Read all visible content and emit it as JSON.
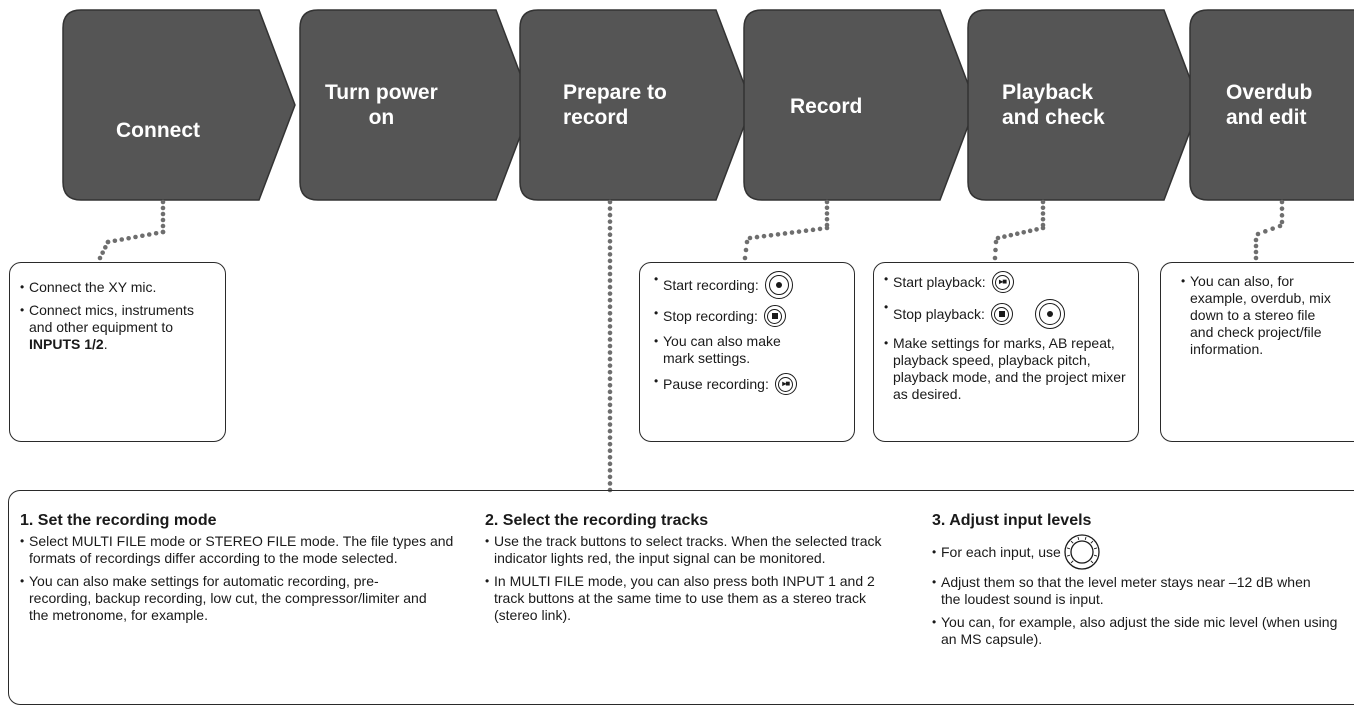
{
  "steps": [
    {
      "label": "Connect"
    },
    {
      "label": "Turn power\non"
    },
    {
      "label": "Prepare to\nrecord"
    },
    {
      "label": "Record"
    },
    {
      "label": "Playback\nand check"
    },
    {
      "label": "Overdub\nand edit"
    }
  ],
  "connect_box": {
    "item1": "Connect the XY mic.",
    "item2_text": "Connect mics, instruments and other equipment to ",
    "item2_bold": "INPUTS 1/2",
    "item2_end": "."
  },
  "record_box": {
    "start": "Start recording:",
    "stop": "Stop recording:",
    "mark": "You can also make mark settings.",
    "pause": "Pause recording:"
  },
  "playback_box": {
    "start": "Start playback:",
    "stop": "Stop playback:",
    "settings": "Make settings for marks, AB repeat, playback speed, playback pitch, playback mode, and the project mixer as desired."
  },
  "overdub_box": {
    "text": "You can also, for example, overdub, mix down to a stereo file and check project/file information."
  },
  "sections": [
    {
      "title": "1. Set the recording mode",
      "bullets": [
        "Select MULTI FILE mode or STEREO FILE mode. The file types and formats of recordings differ according to the mode selected.",
        "You can also make settings for automatic recording, pre-recording, backup recording, low cut, the compressor/limiter and the metronome, for example."
      ]
    },
    {
      "title": "2. Select the recording tracks",
      "bullets": [
        "Use the track buttons to select tracks. When the selected track indicator lights red, the input signal can be monitored.",
        "In MULTI FILE mode, you can also press both INPUT 1 and 2 track buttons at the same time to use them as a stereo track (stereo link)."
      ]
    },
    {
      "title": "3. Adjust input levels",
      "bullets": [
        "For each input, use",
        "Adjust them so that the level meter stays near –12 dB when the loudest sound is input.",
        "You can, for example, also adjust the side mic level (when using an MS capsule)."
      ]
    }
  ],
  "colors": {
    "step_fill": "#555555",
    "step_stroke": "#333333",
    "dots": "#6e6e6e"
  }
}
